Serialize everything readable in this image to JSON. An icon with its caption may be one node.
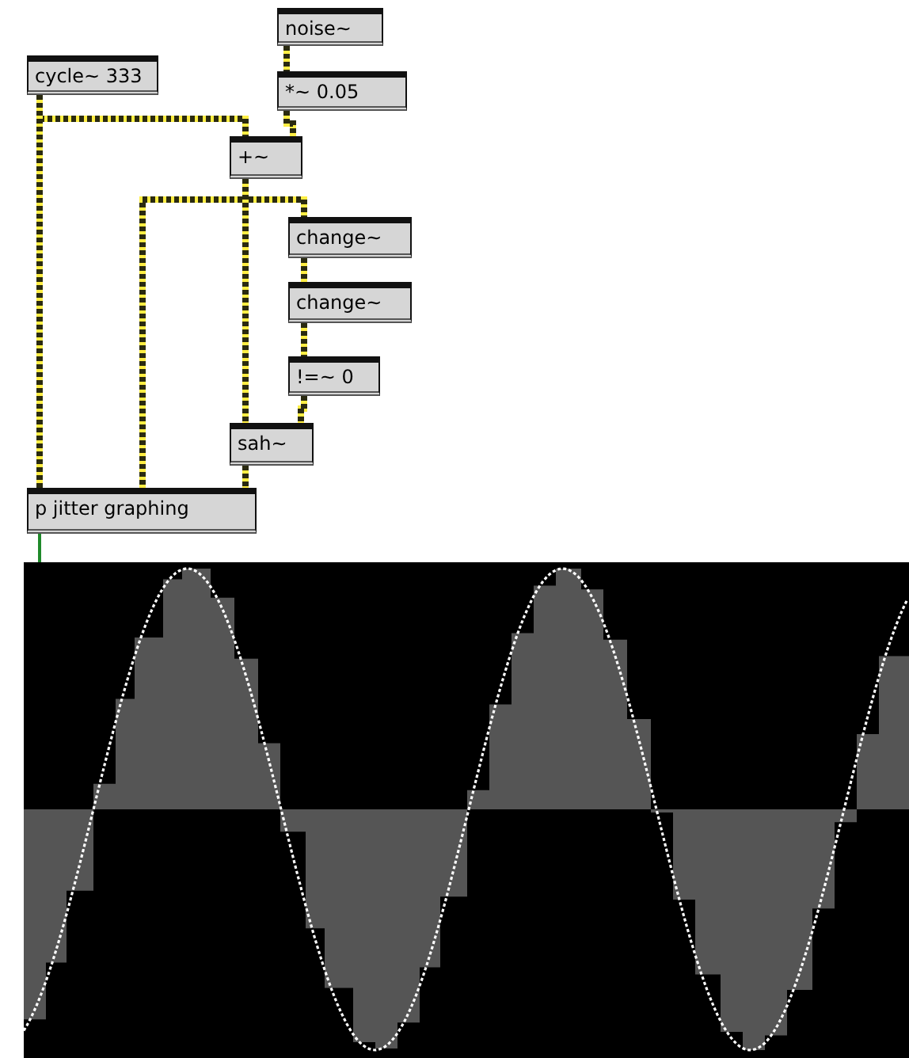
{
  "diagram": {
    "nodes": [
      {
        "text": [
          "noise~"
        ]
      },
      {
        "text": [
          "cycle~ 333"
        ]
      },
      {
        "text": [
          "*~ 0.05"
        ]
      },
      {
        "text": [
          "+~"
        ]
      },
      {
        "text": [
          "change~"
        ]
      },
      {
        "text": [
          "change~"
        ]
      },
      {
        "text": [
          "!=~ 0"
        ]
      },
      {
        "text": [
          "sah~"
        ]
      },
      {
        "text": [
          "p jitter graphing"
        ]
      },
      {
        "text": [],
        "shape": "picture"
      }
    ],
    "edges": [
      {
        "from": 0,
        "to": 2,
        "arrow": "none"
      },
      {
        "from": 2,
        "to": 3,
        "arrow": "none"
      },
      {
        "from": 1,
        "to": 3,
        "arrow": "none"
      },
      {
        "from": 1,
        "to": 8,
        "arrow": "none"
      },
      {
        "from": 3,
        "to": 4,
        "arrow": "none"
      },
      {
        "from": 3,
        "to": 7,
        "arrow": "none"
      },
      {
        "from": 3,
        "to": 8,
        "arrow": "none"
      },
      {
        "from": 4,
        "to": 5,
        "arrow": "none"
      },
      {
        "from": 5,
        "to": 6,
        "arrow": "none"
      },
      {
        "from": 6,
        "to": 7,
        "arrow": "none"
      },
      {
        "from": 7,
        "to": 8,
        "arrow": "none"
      },
      {
        "from": 8,
        "to": 9,
        "arrow": "none",
        "color": "#1f8a2a"
      }
    ]
  }
}
